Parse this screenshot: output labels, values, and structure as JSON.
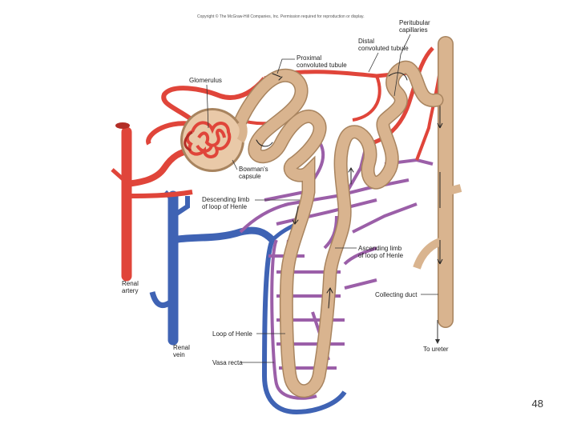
{
  "copyright": "Copyright © The McGraw-Hill Companies, Inc. Permission required for reproduction or display.",
  "labels": {
    "peritubular_capillaries": [
      "Peritubular",
      "capillaries"
    ],
    "distal_tubule": [
      "Distal",
      "convoluted tubule"
    ],
    "proximal_tubule": [
      "Proximal",
      "convoluted tubule"
    ],
    "glomerulus": "Glomerulus",
    "bowmans_capsule": [
      "Bowman's",
      "capsule"
    ],
    "descending_limb": [
      "Descending limb",
      "of loop of Henle"
    ],
    "ascending_limb": [
      "Ascending limb",
      "of loop of Henle"
    ],
    "collecting_duct": "Collecting duct",
    "to_ureter": "To ureter",
    "renal_artery": [
      "Renal",
      "artery"
    ],
    "renal_vein": [
      "Renal",
      "vein"
    ],
    "loop_of_henle": "Loop of Henle",
    "vasa_recta": "Vasa recta"
  },
  "colors": {
    "artery": "#e0453a",
    "artery_dark": "#b22d26",
    "vein": "#3f63b4",
    "capillary": "#9b5fa8",
    "tubule": "#d9b48f",
    "tubule_dark": "#a8845f"
  },
  "slide_number": "48"
}
